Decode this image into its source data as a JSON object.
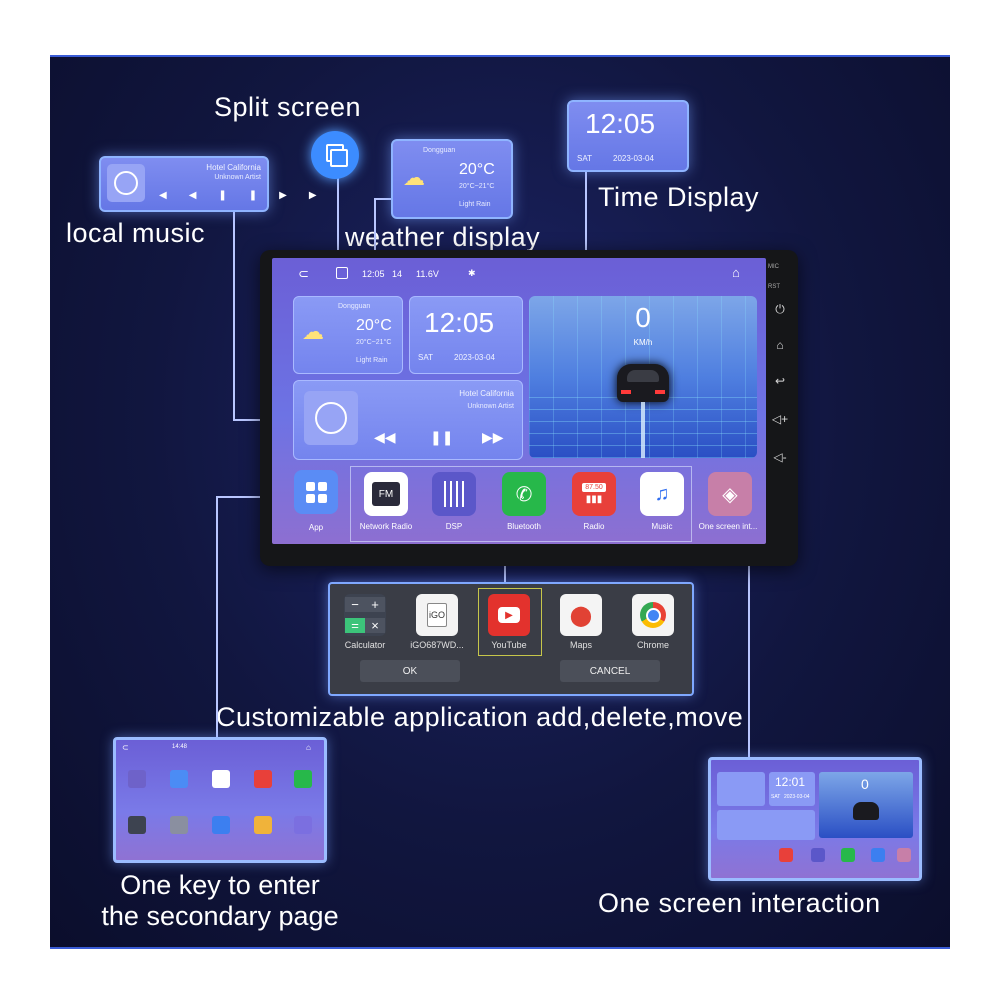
{
  "captions": {
    "split_screen": "Split screen",
    "local_music": "local music",
    "weather_display": "weather display",
    "time_display": "Time Display",
    "customizable": "Customizable application add,delete,move",
    "one_key_line1": "One key to enter",
    "one_key_line2": "the secondary page",
    "one_screen": "One screen interaction"
  },
  "weather": {
    "city": "Dongguan",
    "temp": "20°C",
    "range": "20°C~21°C",
    "condition": "Light Rain"
  },
  "clock": {
    "time": "12:05",
    "date": "2023-03-04",
    "day": "SAT"
  },
  "music": {
    "title": "Hotel California",
    "artist": "Unknown Artist"
  },
  "status": {
    "voltage": "11.6V",
    "volume": "14",
    "time": "12:05"
  },
  "speed": {
    "value": "0",
    "unit": "KM/h"
  },
  "side_buttons": {
    "mic": "MIC",
    "rst": "RST"
  },
  "dock": {
    "app_label": "App",
    "items": [
      {
        "label": "Network Radio",
        "color": "#ffffff"
      },
      {
        "label": "DSP",
        "color": "#5b57c9"
      },
      {
        "label": "Bluetooth",
        "color": "#27b84a"
      },
      {
        "label": "Radio",
        "color": "#e8403a"
      },
      {
        "label": "Music",
        "color": "#ffffff"
      },
      {
        "label": "One screen int...",
        "color": "#c77fa8"
      }
    ],
    "radio_freq": "87.50"
  },
  "picker": {
    "apps": [
      {
        "label": "Calculator"
      },
      {
        "label": "iGO687WD..."
      },
      {
        "label": "YouTube"
      },
      {
        "label": "Maps"
      },
      {
        "label": "Chrome"
      }
    ],
    "ok_label": "OK",
    "cancel_label": "CANCEL"
  },
  "thumb_right": {
    "time": "12:01",
    "date": "2023-03-04",
    "day": "SAT",
    "speed": "0"
  },
  "thumb_left": {
    "time": "14:48"
  },
  "colors": {
    "panel": "#11163f",
    "accent": "#8fb4ff",
    "screen_purple": "#6d73e4"
  }
}
